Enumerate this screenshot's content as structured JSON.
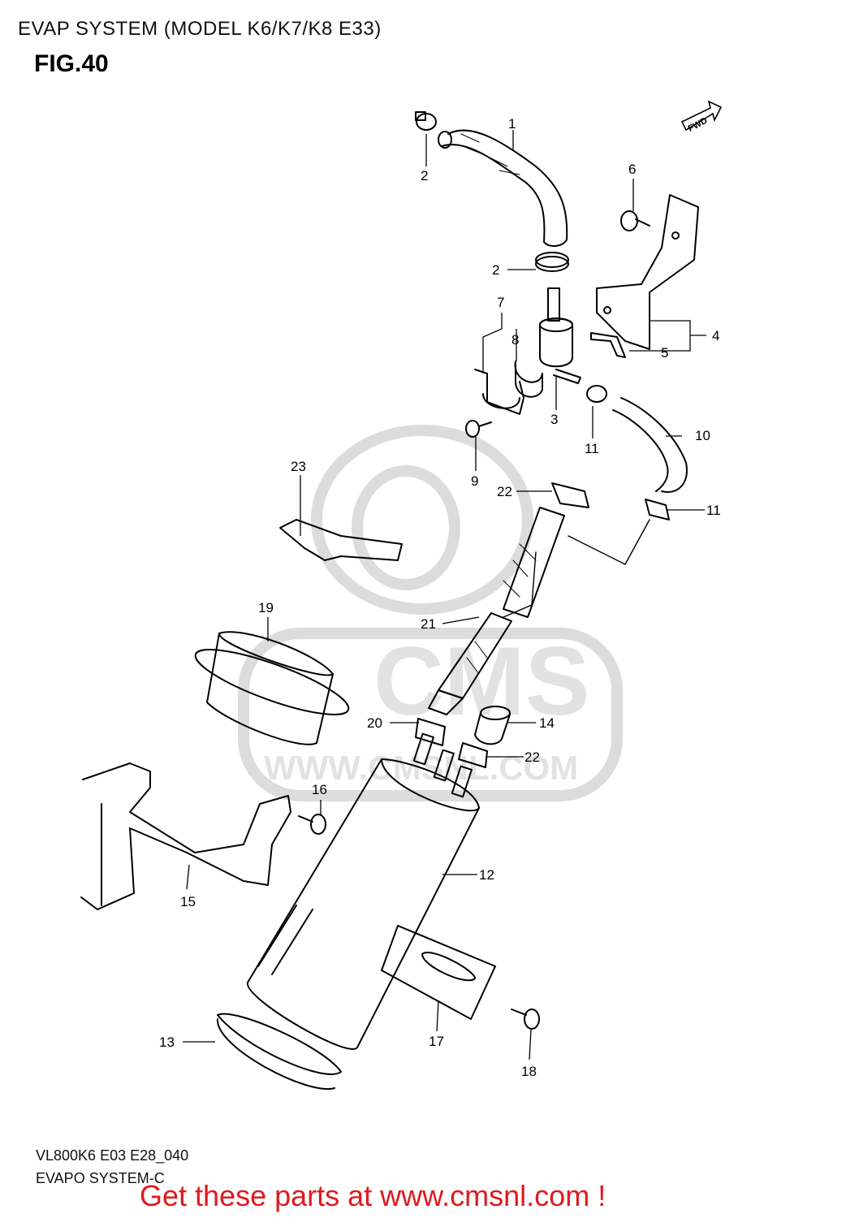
{
  "header": {
    "title": "EVAP SYSTEM (MODEL K6/K7/K8 E33)",
    "fig": "FIG.40"
  },
  "fwd_badge": "FWD",
  "watermark": {
    "brand": "CMS",
    "url": "WWW.CMSNL.COM",
    "color": "#d9d9d9"
  },
  "callouts": [
    "1",
    "2",
    "2",
    "3",
    "4",
    "5",
    "6",
    "7",
    "8",
    "9",
    "10",
    "11",
    "11",
    "12",
    "13",
    "14",
    "15",
    "16",
    "17",
    "18",
    "19",
    "20",
    "21",
    "22",
    "22",
    "23"
  ],
  "footer": {
    "code": "VL800K6 E03 E28_040",
    "name": "EVAPO SYSTEM-C",
    "cta": "Get these parts at www.cmsnl.com !"
  },
  "colors": {
    "cta": "#e0191f",
    "lines": "#000000"
  }
}
